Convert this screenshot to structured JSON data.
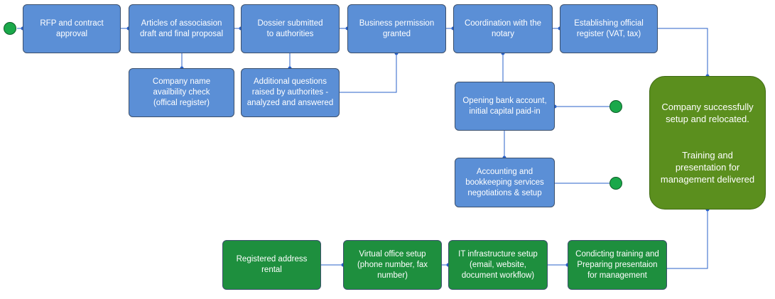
{
  "diagram": {
    "nodes": {
      "rfp": "RFP and contract\napproval",
      "articles": "Articles of associasion\ndraft and final proposal",
      "company_name": "Company name\navailbility check\n(offical register)",
      "dossier": "Dossier submitted\nto authorities",
      "additional": "Additional questions\nraised by authorites -\nanalyzed and answered",
      "permission": "Business permission\ngranted",
      "notary": "Coordination with the\nnotary",
      "register": "Establishing official\nregister (VAT, tax)",
      "bank": "Opening bank account,\ninitial capital paid-in",
      "accounting": "Accounting and\nbookkeeping services\nnegotiations & setup",
      "success": "Company successfully\nsetup and relocated.\n\n\nTraining and\npresentation for\nmanagement delivered",
      "training": "Condicting training and\nPreparing presentaion\nfor management",
      "it": "IT infrastructure setup\n(email, website,\ndocument workflow)",
      "virtual": "Virtual office setup\n(phone number, fax\nnumber)",
      "address": "Registered address\nrental"
    },
    "colors": {
      "process_blue": "#5b8fd6",
      "process_green": "#1e8f3e",
      "outcome_olive": "#5b8f1e",
      "terminal": "#1aa84a",
      "connector": "#2a62c9"
    }
  }
}
